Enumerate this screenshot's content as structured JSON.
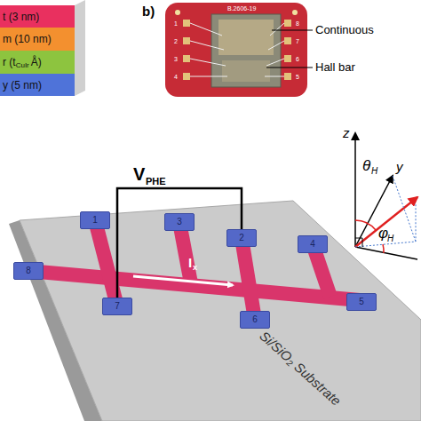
{
  "diagram": {
    "nodes": [
      {
        "text": [
          "t (3 nm)"
        ]
      },
      {
        "text": [
          "m (10 nm)"
        ]
      },
      {
        "text": [
          "r (t",
          "CuIr",
          "Å)"
        ]
      },
      {
        "text": [
          "y (5 nm)"
        ]
      },
      {
        "text": [
          "Si/SiO₂ Substrate"
        ]
      },
      {
        "text": [
          "1"
        ],
        "in": 4
      },
      {
        "text": [
          "2"
        ],
        "in": 4
      },
      {
        "text": [
          "3"
        ],
        "in": 4
      },
      {
        "text": [
          "4"
        ],
        "in": 4
      },
      {
        "text": [
          "5"
        ],
        "in": 4
      },
      {
        "text": [
          "6"
        ],
        "in": 4
      },
      {
        "text": [
          "7"
        ],
        "in": 4
      },
      {
        "text": [
          "8"
        ],
        "in": 4
      }
    ],
    "edges": [
      {
        "from": 11,
        "to": 6,
        "arrow": "none"
      }
    ],
    "labels": [
      "b)",
      "B.2606-19",
      "1",
      "2",
      "3",
      "4",
      "5",
      "6",
      "7",
      "8",
      "Continuous",
      "Hall bar",
      "V",
      "PHE",
      "I",
      "x",
      "z",
      "y",
      "θ",
      "H",
      "φ",
      "H"
    ]
  }
}
